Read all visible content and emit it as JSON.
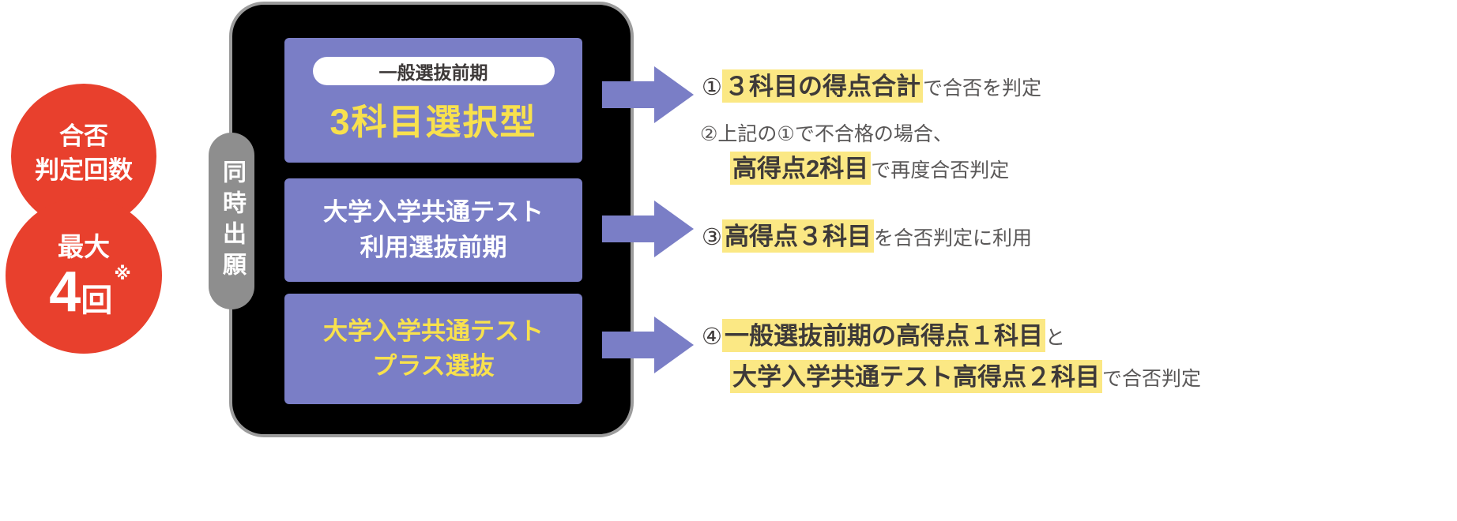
{
  "colors": {
    "red": "#e8402d",
    "purple": "#7a7ec6",
    "yellow": "#f8e14d",
    "highlight": "#fbe884",
    "gray_text": "#595757",
    "dark_text": "#3e3a39",
    "pill_gray": "#8e8e8e",
    "box_black": "#000000",
    "box_border": "#9c9c9c"
  },
  "badge": {
    "top_label": "合否\n判定回数",
    "max_label": "最大",
    "count_number": "4",
    "count_unit": "回",
    "note_mark": "※"
  },
  "flow": {
    "side_label": "同時出願",
    "boxes": [
      {
        "tag": "一般選抜前期",
        "title": "3科目選択型"
      },
      {
        "title": "大学入学共通テスト\n利用選抜前期"
      },
      {
        "title": "大学入学共通テスト\nプラス選抜"
      }
    ]
  },
  "notes": [
    {
      "num": "①",
      "strong": "３科目の得点合計",
      "tail": "で合否を判定"
    },
    {
      "lead": "②上記の①で不合格の場合、",
      "strong": "高得点2科目",
      "tail": "で再度合否判定"
    },
    {
      "num": "③",
      "strong": "高得点３科目",
      "tail": "を合否判定に利用"
    },
    {
      "num": "④",
      "strong": "一般選抜前期の高得点１科目",
      "mid": "と",
      "strong2": "大学入学共通テスト高得点２科目",
      "tail": "で合否判定"
    }
  ]
}
